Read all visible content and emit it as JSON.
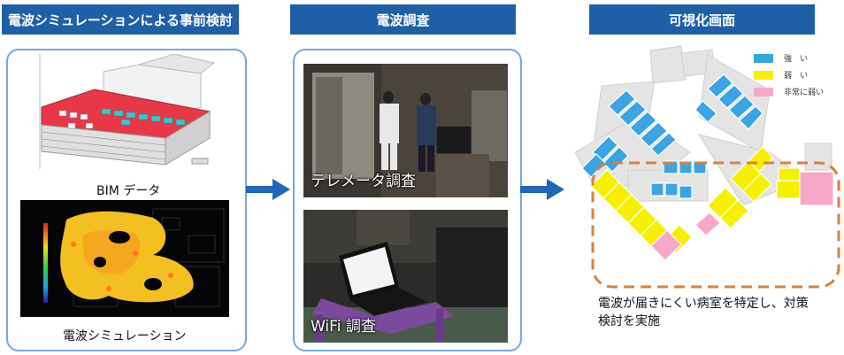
{
  "headers": {
    "simulation": "電波シミュレーションによる事前検討",
    "survey": "電波調査",
    "visualization": "可視化画面"
  },
  "captions": {
    "bim": "BIM データ",
    "simulation": "電波シミュレーション",
    "telemeter": "テレメータ調査",
    "wifi": "WiFi 調査"
  },
  "legend": [
    {
      "label": "強　い",
      "color": "#2fa8e0"
    },
    {
      "label": "弱　い",
      "color": "#f5f000"
    },
    {
      "label": "非常に弱い",
      "color": "#f7a8c8"
    }
  ],
  "description": {
    "line1": "電波が届きにくい病室を特定し、対策",
    "line2": "検討を実施"
  },
  "colors": {
    "header_bg": "#1f5fa8",
    "arrow": "#1f66b8",
    "panel_border": "#7aa8d8",
    "dashed_outline": "#d9823a"
  }
}
